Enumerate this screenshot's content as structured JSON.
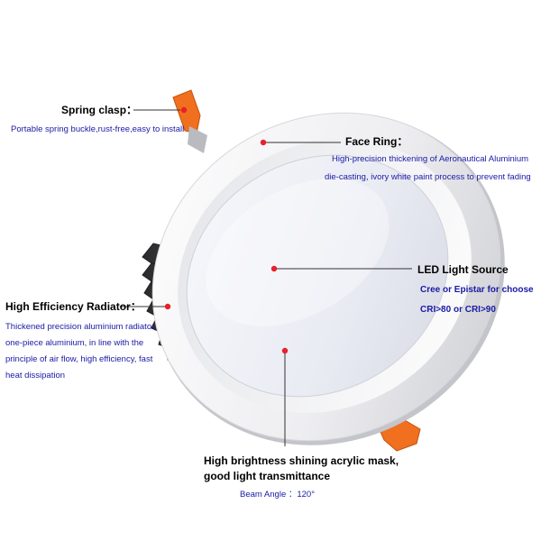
{
  "colors": {
    "accent_label_text": "#1a1aa6",
    "callout_dot": "#e8202a",
    "clip_orange": "#f07020",
    "heatsink": "#3a3a3c",
    "ring": "#f2f2f4",
    "lens": "#eef0f6"
  },
  "callouts": {
    "spring_clasp": {
      "title": "Spring clasp：",
      "desc": "Portable spring buckle,rust-free,easy to install"
    },
    "face_ring": {
      "title": "Face Ring：",
      "desc_lines": [
        "High-precision thickening of Aeronautical Aluminium",
        "die-casting, ivory white paint process to prevent fading"
      ]
    },
    "led_source": {
      "title": "LED  Light Source",
      "desc_lines": [
        "Cree or Epistar for choose",
        "CRI>80 or CRI>90"
      ]
    },
    "radiator": {
      "title": "High Efficiency Radiator：",
      "desc_lines": [
        "Thickened precision aluminium radiator,",
        "one-piece aluminium, in line with the",
        "principle of air flow, high efficiency, fast",
        "heat dissipation"
      ]
    },
    "acrylic_mask": {
      "title_lines": [
        "High brightness  shining acrylic mask,",
        "good light transmittance"
      ],
      "desc": "Beam Angle ：120°"
    }
  }
}
